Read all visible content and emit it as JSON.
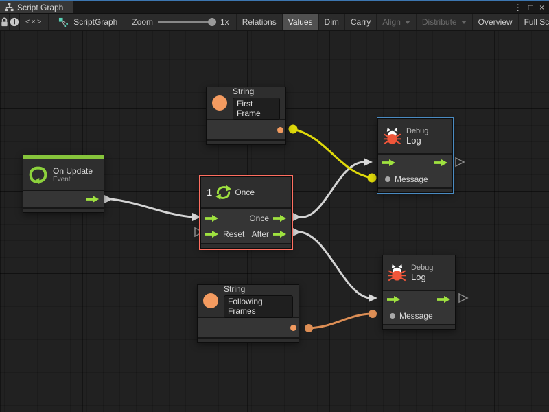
{
  "window": {
    "tab_title": "Script Graph",
    "controls": {
      "menu": "⋮",
      "maximize": "□",
      "close": "×"
    }
  },
  "toolbar": {
    "code_glyph": "<×>",
    "graph_name": "ScriptGraph",
    "zoom_label": "Zoom",
    "zoom_value": "1x",
    "buttons": [
      {
        "label": "Relations",
        "state": "normal"
      },
      {
        "label": "Values",
        "state": "active"
      },
      {
        "label": "Dim",
        "state": "normal"
      },
      {
        "label": "Carry",
        "state": "normal"
      },
      {
        "label": "Align",
        "state": "disabled",
        "has_dropdown": true
      },
      {
        "label": "Distribute",
        "state": "disabled",
        "has_dropdown": true
      },
      {
        "label": "Overview",
        "state": "normal"
      },
      {
        "label": "Full Screen",
        "state": "normal"
      }
    ]
  },
  "nodes": {
    "string_first": {
      "title": "String",
      "value": "First Frame"
    },
    "on_update": {
      "title": "On Update",
      "subtitle": "Event"
    },
    "once": {
      "badge": "1",
      "title": "Once",
      "output1": "Once",
      "input2": "Reset",
      "output2": "After",
      "selected": true
    },
    "debug_log_top": {
      "kicker": "Debug",
      "title": "Log",
      "port": "Message",
      "selected": true
    },
    "debug_log_bottom": {
      "kicker": "Debug",
      "title": "Log",
      "port": "Message"
    },
    "string_following": {
      "title": "String",
      "value": "Following Frames"
    }
  },
  "colors": {
    "flow_green": "#9FE23F",
    "event_green": "#86C43B",
    "value_orange": "#F49B60",
    "wire_yellow": "#DFD90A",
    "wire_orange": "#DD8E55",
    "wire_white": "#D4D4D4",
    "selection_red": "#FF6F61",
    "selection_blue": "#4A8BC2",
    "window_accent": "#3C76B0"
  }
}
